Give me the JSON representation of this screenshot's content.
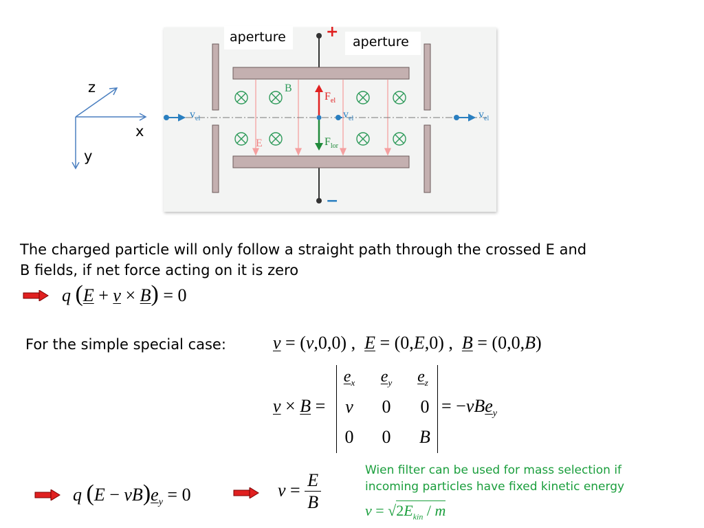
{
  "axes": {
    "z": "z",
    "x": "x",
    "y": "y"
  },
  "figure": {
    "aperture_left": "aperture",
    "aperture_right": "aperture",
    "plus_sign": "+",
    "minus_sign": "−",
    "labels": {
      "v": "v",
      "el": "el",
      "B": "B",
      "E": "E",
      "F": "F",
      "lor": "lor"
    }
  },
  "paragraph": {
    "line1": "The charged particle will only follow a straight path through the crossed E and",
    "line2": "B fields, if net force acting on it is  zero"
  },
  "special_case_label": "For the simple special case:",
  "wien_note": {
    "line1": "Wien filter can be used for mass selection if",
    "line2": "incoming particles have fixed kinetic energy"
  },
  "colors": {
    "arrow_red": "#e02020",
    "green_text": "#1a9e3c",
    "axis_blue": "#4a7fc0",
    "plate_fill": "#c4b0b0",
    "e_field_pink": "#f4a0a0",
    "b_field_green": "#2e9a5a"
  }
}
